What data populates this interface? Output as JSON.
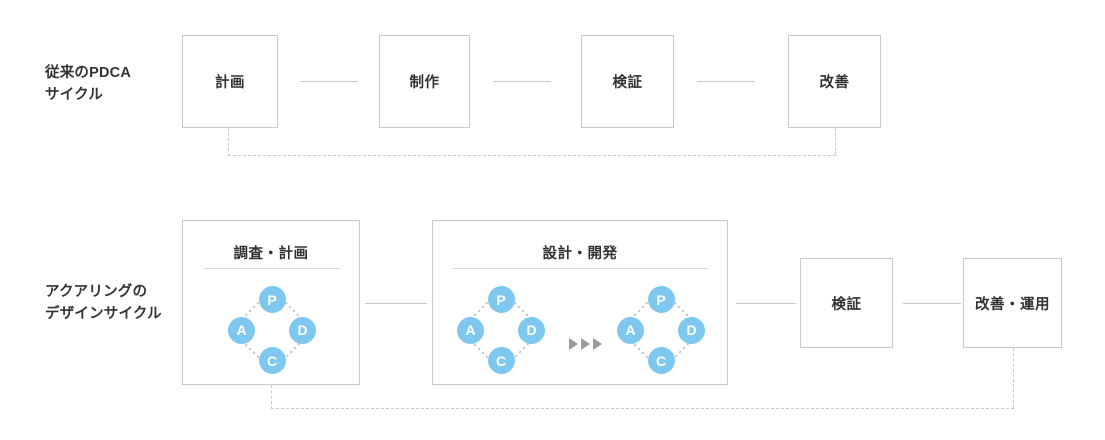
{
  "diagram": {
    "title_hidden": "",
    "accent_color": "#7ec8ef",
    "line_color": "#c9c9c9",
    "text_color": "#333333",
    "rows": [
      {
        "name": "conventional-pdca",
        "label": "従来のPDCA\nサイクル",
        "steps": [
          "計画",
          "制作",
          "検証",
          "改善"
        ],
        "feedback": "dashed-return"
      },
      {
        "name": "acquaring-design-cycle",
        "label": "アクアリングの\nデザインサイクル",
        "steps": [
          "調査・計画",
          "設計・開発",
          "検証",
          "改善・運用"
        ],
        "feedback": "dashed-return"
      }
    ]
  },
  "top_row": {
    "label": "従来のPDCA\nサイクル",
    "boxes": [
      {
        "name": "plan",
        "label": "計画"
      },
      {
        "name": "produce",
        "label": "制作"
      },
      {
        "name": "verify",
        "label": "検証"
      },
      {
        "name": "improve",
        "label": "改善"
      }
    ]
  },
  "bottom_row": {
    "label": "アクアリングの\nデザインサイクル",
    "boxes": [
      {
        "name": "research-plan",
        "label": "調査・計画",
        "cycles": 1
      },
      {
        "name": "design-develop",
        "label": "設計・開発",
        "cycles": 2
      },
      {
        "name": "verify",
        "label": "検証",
        "cycles": 0
      },
      {
        "name": "improve-operate",
        "label": "改善・運用",
        "cycles": 0
      }
    ]
  },
  "pdca": {
    "nodes": {
      "p": "P",
      "d": "D",
      "c": "C",
      "a": "A"
    }
  },
  "arrows": {
    "repeat_icon": "triple-right-arrow",
    "count": 3
  }
}
